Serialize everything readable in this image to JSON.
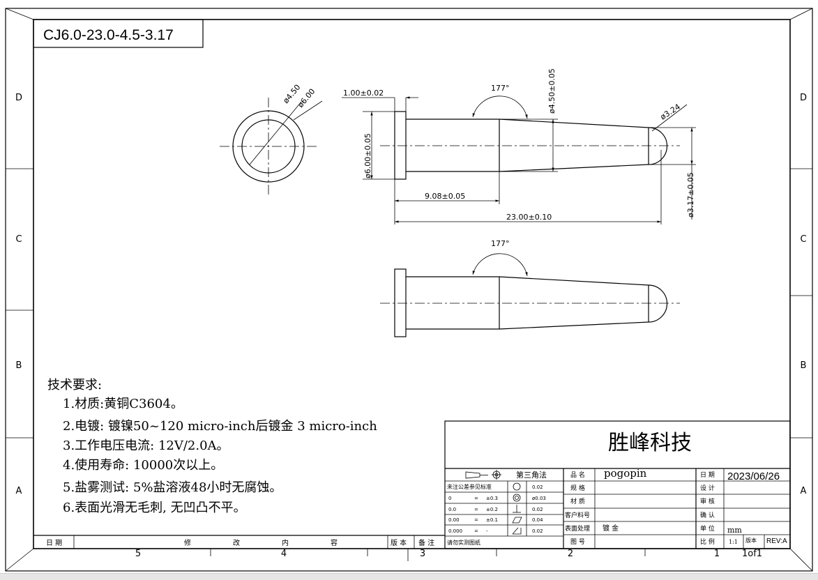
{
  "part_number": "CJ6.0-23.0-4.5-3.17",
  "zone_letters": [
    "D",
    "C",
    "B",
    "A"
  ],
  "zone_numbers": [
    "5",
    "4",
    "3",
    "2",
    "1"
  ],
  "dimensions": {
    "dia_inner_circle": "ø4.50",
    "dia_outer_circle": "ø6.00",
    "flange_thickness": "1.00±0.02",
    "angle_top": "177°",
    "dia_body": "ø4.50±0.05",
    "dia_tip_sphere": "ø3.24",
    "dia_flange": "ø6.00±0.05",
    "dia_tip": "ø3.17±0.05",
    "length_step": "9.08±0.05",
    "length_total": "23.00±0.10",
    "angle_bottom": "177°"
  },
  "tech_requirements": {
    "heading": "技术要求:",
    "items": [
      "1.材质:黄铜C3604。",
      "2.电镀: 镀镍50~120 micro-inch后镀金 3 micro-inch",
      "3.工作电压电流: 12V/2.0A。",
      "4.使用寿命: 10000次以上。",
      "5.盐雾测试: 5%盐溶液48小时无腐蚀。",
      "6.表面光滑无毛刺, 无凹凸不平。"
    ]
  },
  "title_block": {
    "company": "胜峰科技",
    "projection": "第三角法",
    "tolerance_note": "未注公差参见标准",
    "tolerances": [
      {
        "digits": "0",
        "value": "±0.3"
      },
      {
        "digits": "0.0",
        "value": "±0.2"
      },
      {
        "digits": "0.00",
        "value": "±0.1"
      },
      {
        "digits": "0.000",
        "value": "-"
      }
    ],
    "gdt_values": [
      "0.02",
      "ø0.03",
      "0.02",
      "0.04",
      "0.02"
    ],
    "no_measure_note": "请勿实测图纸",
    "labels": {
      "product_name": "品 名",
      "spec": "规 格",
      "material": "材 质",
      "customer_pn": "客户料号",
      "surface": "表面处理",
      "drawing_no": "图 号",
      "date": "日 期",
      "design": "设 计",
      "review": "审 核",
      "confirm": "确 认",
      "unit": "单 位",
      "scale": "比 例",
      "version": "版本"
    },
    "values": {
      "product_name": "pogopin",
      "surface": "镀 金",
      "date": "2023/06/26",
      "unit": "mm",
      "scale": "1:1",
      "rev": "REV:A",
      "sheet": "1of1"
    }
  },
  "revision_row": {
    "date": "日 期",
    "mod": [
      "修",
      "改",
      "内",
      "容"
    ],
    "version": "版 本",
    "remark": "备 注"
  }
}
